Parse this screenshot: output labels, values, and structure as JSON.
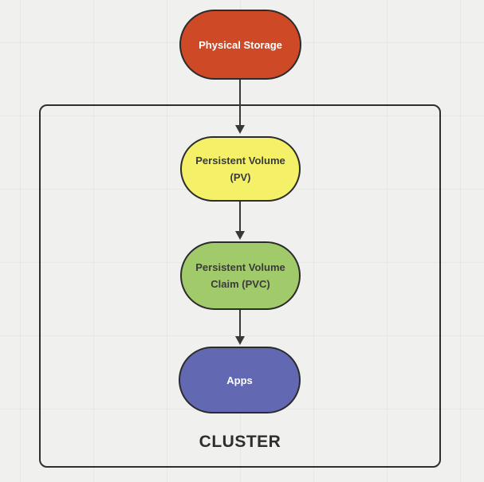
{
  "diagram": {
    "type": "flowchart",
    "direction": "top-down",
    "background_color": "#f0f0ee",
    "grid_color": "#e7e7e4",
    "arrow_color": "#383838",
    "container": {
      "label": "CLUSTER",
      "border_color": "#2f2f2f",
      "label_color": "#2e2e2e"
    },
    "nodes": [
      {
        "id": "physical-storage",
        "label": "Physical Storage",
        "shape": "stadium",
        "fill": "#ce4a26",
        "border": "#2b2b2b",
        "text_color": "#ffffff",
        "inside_cluster": false
      },
      {
        "id": "persistent-volume",
        "label": "Persistent Volume (PV)",
        "shape": "stadium",
        "fill": "#f4f067",
        "border": "#2b2b2b",
        "text_color": "#3b3b3b",
        "inside_cluster": true
      },
      {
        "id": "persistent-volume-claim",
        "label": "Persistent Volume Claim (PVC)",
        "shape": "stadium",
        "fill": "#a1ca6a",
        "border": "#2b2b2b",
        "text_color": "#3b3b3b",
        "inside_cluster": true
      },
      {
        "id": "apps",
        "label": "Apps",
        "shape": "stadium",
        "fill": "#6269b2",
        "border": "#2b2b2b",
        "text_color": "#ffffff",
        "inside_cluster": true
      }
    ],
    "edges": [
      {
        "from": "physical-storage",
        "to": "persistent-volume",
        "style": "solid-arrow"
      },
      {
        "from": "persistent-volume",
        "to": "persistent-volume-claim",
        "style": "solid-arrow"
      },
      {
        "from": "persistent-volume-claim",
        "to": "apps",
        "style": "solid-arrow"
      }
    ]
  }
}
